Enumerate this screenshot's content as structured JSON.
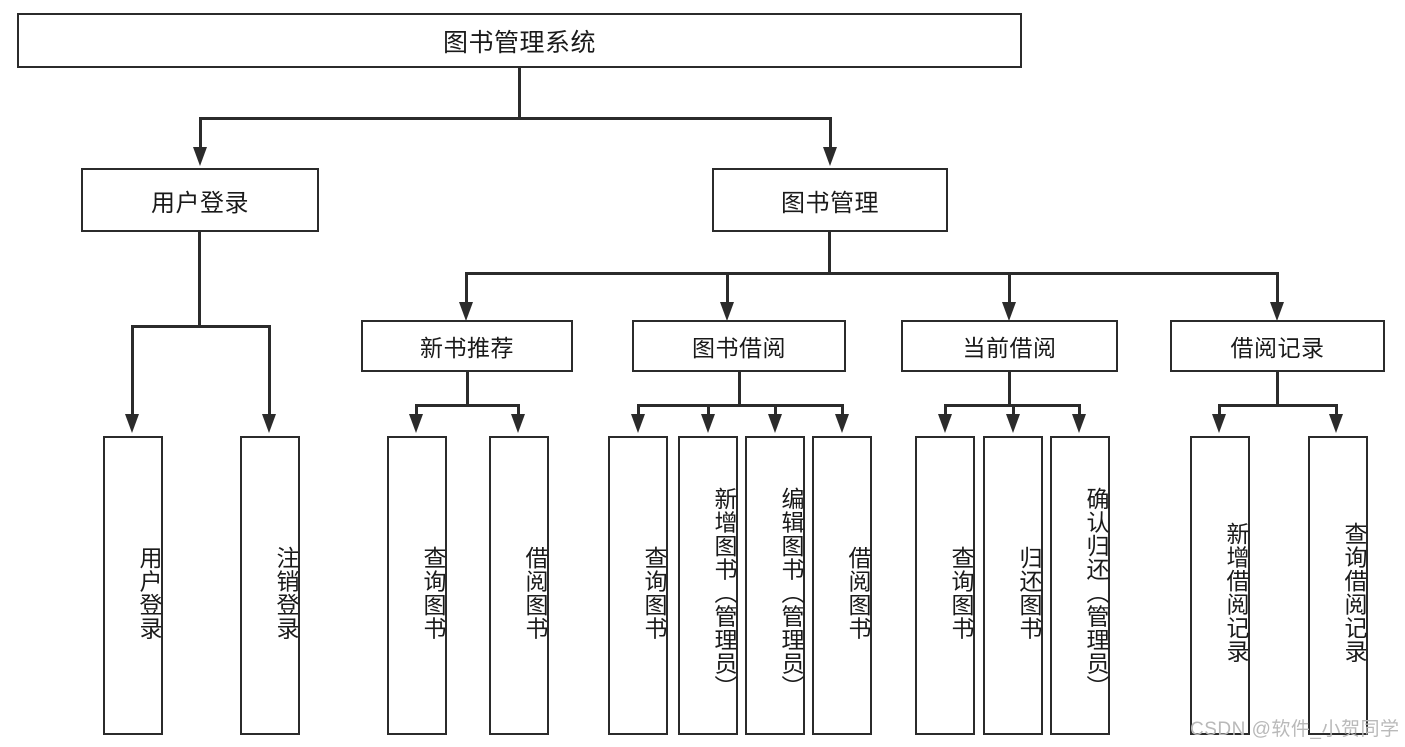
{
  "diagram": {
    "title": "图书管理系统",
    "watermark": "CSDN @软件_小贺同学",
    "colors": {
      "stroke": "#2b2b2b",
      "background": "#ffffff",
      "text": "#1a1a1a",
      "watermark": "#b9b9b9"
    },
    "root": {
      "label": "图书管理系统"
    },
    "level2": [
      {
        "label": "用户登录"
      },
      {
        "label": "图书管理"
      }
    ],
    "level3": [
      {
        "label": "新书推荐"
      },
      {
        "label": "图书借阅"
      },
      {
        "label": "当前借阅"
      },
      {
        "label": "借阅记录"
      }
    ],
    "leaves": {
      "user_login": [
        {
          "label": "用户登录"
        },
        {
          "label": "注销登录"
        }
      ],
      "new_book_recommend": [
        {
          "label": "查询图书"
        },
        {
          "label": "借阅图书"
        }
      ],
      "book_borrow": [
        {
          "label": "查询图书"
        },
        {
          "label": "新增图书（管理员）"
        },
        {
          "label": "编辑图书（管理员）"
        },
        {
          "label": "借阅图书"
        }
      ],
      "current_borrow": [
        {
          "label": "查询图书"
        },
        {
          "label": "归还图书"
        },
        {
          "label": "确认归还（管理员）"
        }
      ],
      "borrow_records": [
        {
          "label": "新增借阅记录"
        },
        {
          "label": "查询借阅记录"
        }
      ]
    }
  }
}
